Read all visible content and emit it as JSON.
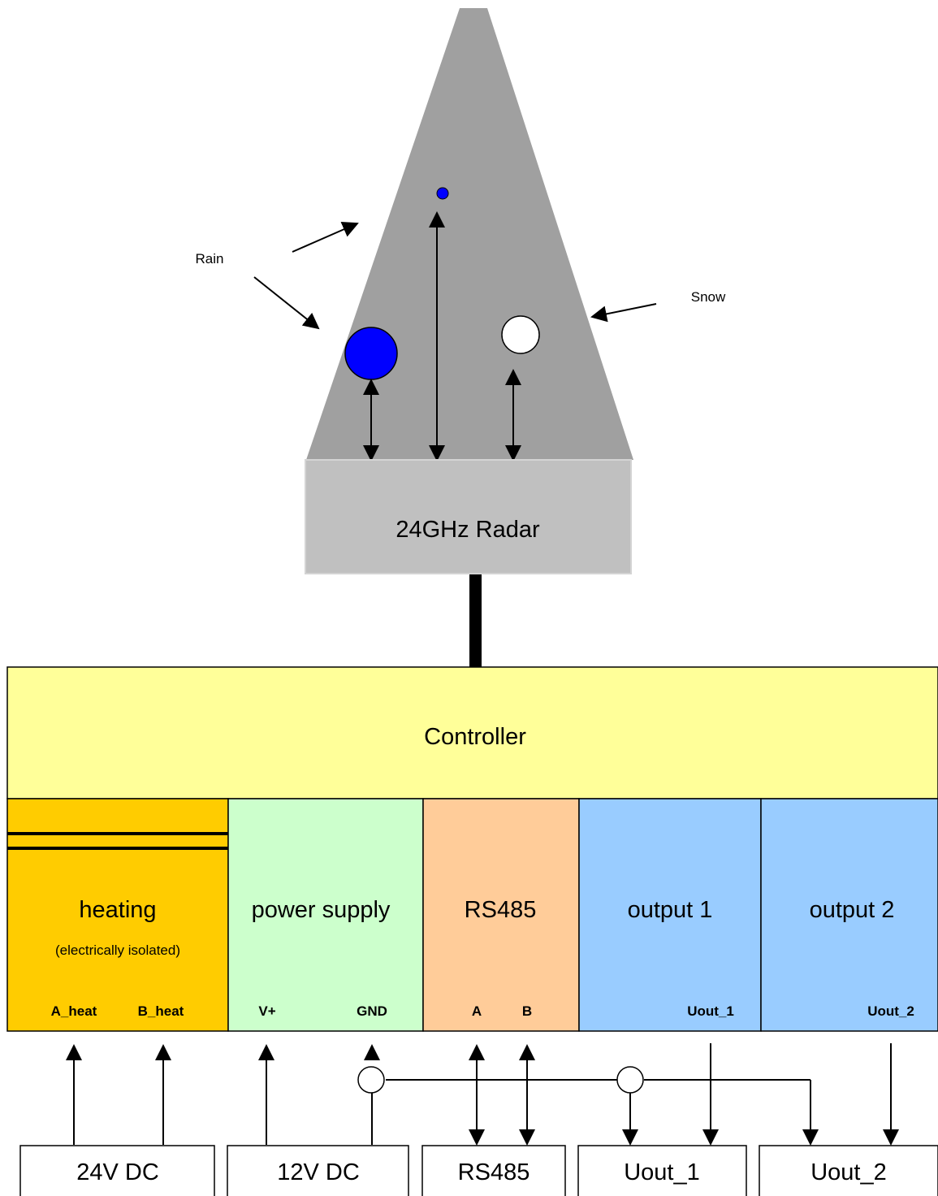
{
  "radar": {
    "label": "24GHz Radar"
  },
  "annotations": {
    "rain": "Rain",
    "snow": "Snow"
  },
  "controller": {
    "label": "Controller"
  },
  "modules": {
    "heating": {
      "title": "heating",
      "subtitle": "(electrically isolated)",
      "terminals": [
        "A_heat",
        "B_heat"
      ],
      "color": "#ffcc00"
    },
    "power_supply": {
      "title": "power supply",
      "terminals": [
        "V+",
        "GND"
      ],
      "color": "#ccffcc"
    },
    "rs485": {
      "title": "RS485",
      "terminals": [
        "A",
        "B"
      ],
      "color": "#ffcc99"
    },
    "output1": {
      "title": "output 1",
      "terminals": [
        "Uout_1"
      ],
      "color": "#99ccff"
    },
    "output2": {
      "title": "output 2",
      "terminals": [
        "Uout_2"
      ],
      "color": "#99ccff"
    }
  },
  "sources": [
    "24V DC",
    "12V DC",
    "RS485",
    "Uout_1",
    "Uout_2"
  ],
  "colors": {
    "beam": "#a0a0a0",
    "radar_box": "#c0c0c0",
    "controller": "#ffff99",
    "rain_drop": "#0000ff",
    "snow_flake": "#ffffff"
  }
}
